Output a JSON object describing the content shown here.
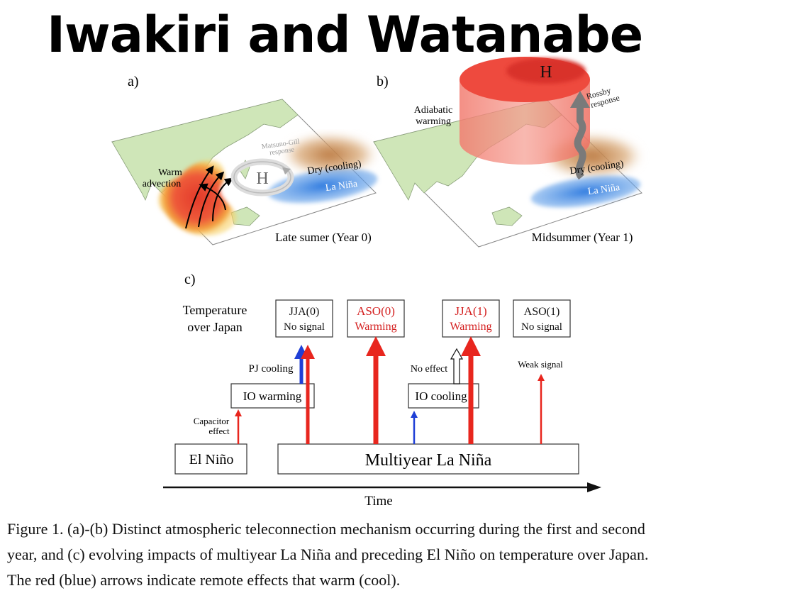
{
  "title": "Iwakiri and Watanabe",
  "panel_a": {
    "label": "a)",
    "warm_advection": [
      "Warm",
      "advection"
    ],
    "matsuno_gill": [
      "Matsuno-Gill",
      "response"
    ],
    "high": "H",
    "dry": "Dry (cooling)",
    "la_nina": "La Niña",
    "period": "Late sumer (Year 0)"
  },
  "panel_b": {
    "label": "b)",
    "adiabatic": [
      "Adiabatic",
      "warming"
    ],
    "rossby": [
      "Rossby",
      "response"
    ],
    "high": "H",
    "dry": "Dry (cooling)",
    "la_nina": "La Niña",
    "period": "Midsummer (Year 1)"
  },
  "panel_c": {
    "label": "c)",
    "temp_label": [
      "Temperature",
      "over Japan"
    ],
    "seasons": [
      {
        "top": "JJA(0)",
        "bottom": "No signal",
        "color": "#111111"
      },
      {
        "top": "ASO(0)",
        "bottom": "Warming",
        "color": "#d42020"
      },
      {
        "top": "JJA(1)",
        "bottom": "Warming",
        "color": "#d42020"
      },
      {
        "top": "ASO(1)",
        "bottom": "No signal",
        "color": "#111111"
      }
    ],
    "pj_cooling": "PJ cooling",
    "io_warming": "IO warming",
    "capacitor": [
      "Capacitor",
      "effect"
    ],
    "no_effect": "No effect",
    "io_cooling": "IO cooling",
    "weak_signal": "Weak signal",
    "el_nino": "El Niño",
    "multiyear": "Multiyear La Niña",
    "time": "Time"
  },
  "caption": [
    "Figure 1. (a)-(b) Distinct atmospheric teleconnection mechanism occurring during the first and second",
    "year, and (c) evolving impacts of multiyear La Niña and preceding El Niño on temperature over Japan.",
    "The red (blue) arrows indicate remote effects that warm (cool)."
  ],
  "colors": {
    "warm": "#e8261e",
    "cool": "#1f3fd6",
    "map_land": "#cfe6b8",
    "map_sea": "#ffffff"
  }
}
